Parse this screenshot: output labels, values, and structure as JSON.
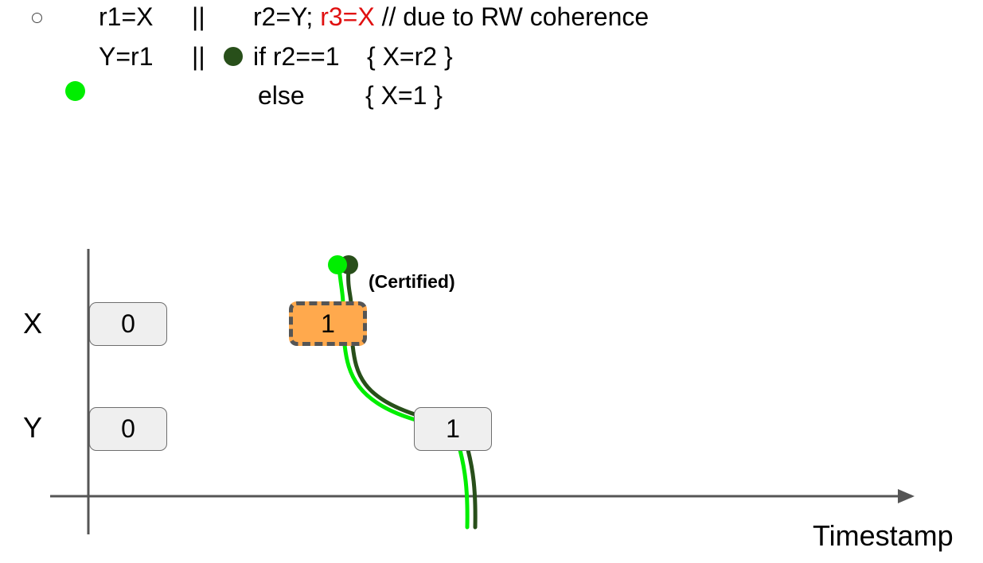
{
  "program": {
    "thread1": {
      "line1": "r1=X",
      "line2": "Y=r1"
    },
    "separator": "||",
    "thread2": {
      "line1_prefix": "r2=Y;",
      "line1_highlight": "r3=X",
      "line1_comment": "// due to RW coherence",
      "line2_cond": "if r2==1",
      "line2_then": "{ X=r2 }",
      "line3_else": "else",
      "line3_body": "{ X=1  }"
    }
  },
  "diagram": {
    "rows": [
      {
        "label": "X",
        "cells": [
          "0",
          "1"
        ]
      },
      {
        "label": "Y",
        "cells": [
          "0",
          "1"
        ]
      }
    ],
    "x_axis_label": "Timestamp",
    "certified_tag": "(Certified)"
  },
  "colors": {
    "highlight": "#e01010",
    "bright_green": "#00ee00",
    "dark_green": "#284f1a",
    "certified_fill": "#ffa94d",
    "cell_fill": "#efefef",
    "axis": "#555555"
  }
}
